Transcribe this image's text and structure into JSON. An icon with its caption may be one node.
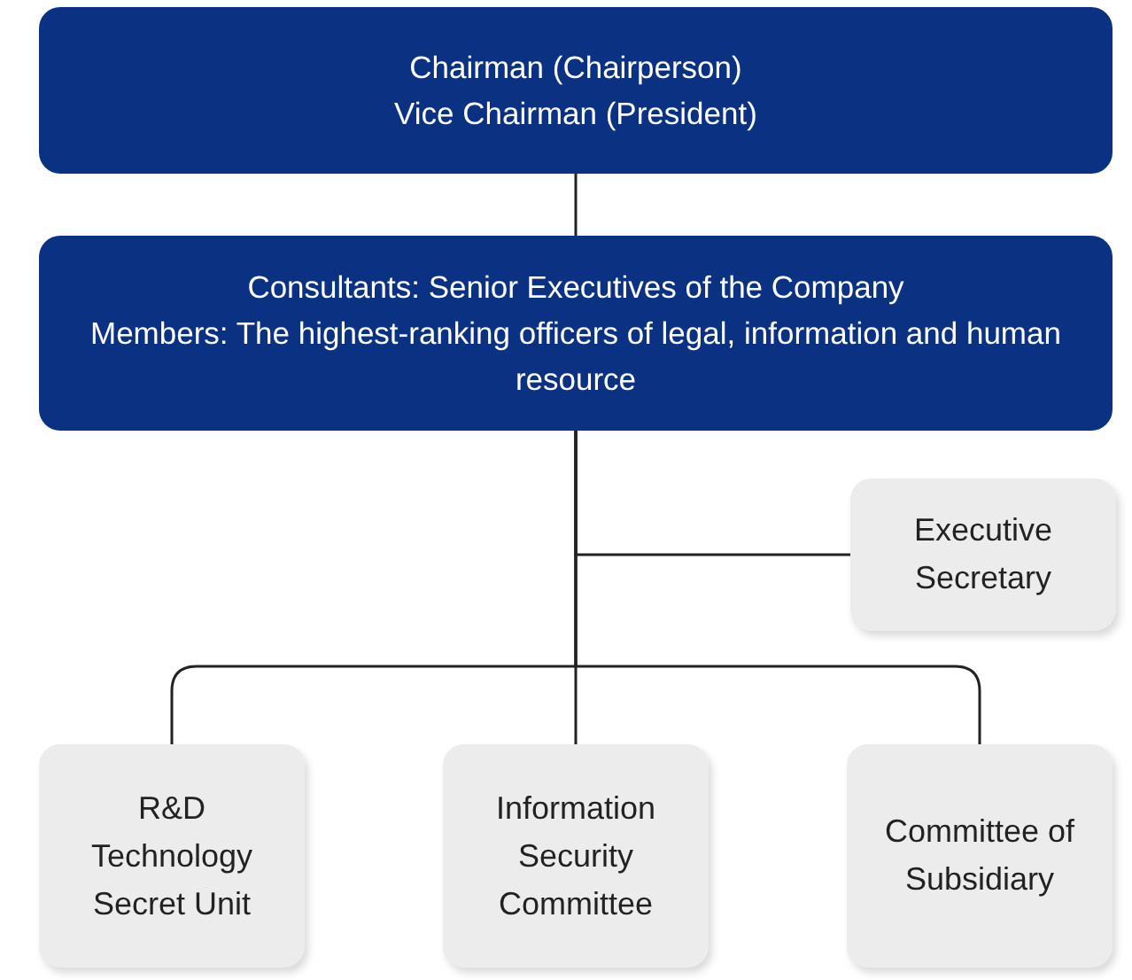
{
  "diagram": {
    "nodes": [
      {
        "text": [
          "Chairman (Chairperson)",
          "Vice Chairman (President)"
        ]
      },
      {
        "text": [
          "Consultants: Senior Executives of the Company",
          "Members: The highest-ranking officers of legal, information and human resource"
        ]
      },
      {
        "text": [
          "Executive Secretary"
        ]
      },
      {
        "text": [
          "R&D Technology Secret Unit"
        ]
      },
      {
        "text": [
          "Information Security Committee"
        ]
      },
      {
        "text": [
          "Committee of Subsidiary"
        ]
      }
    ],
    "edges": [
      {
        "from": 0,
        "to": 1,
        "arrow": "none"
      },
      {
        "from": 1,
        "to": 2,
        "arrow": "none"
      },
      {
        "from": 1,
        "to": 3,
        "arrow": "none"
      },
      {
        "from": 1,
        "to": 4,
        "arrow": "none"
      },
      {
        "from": 1,
        "to": 5,
        "arrow": "none"
      }
    ]
  }
}
